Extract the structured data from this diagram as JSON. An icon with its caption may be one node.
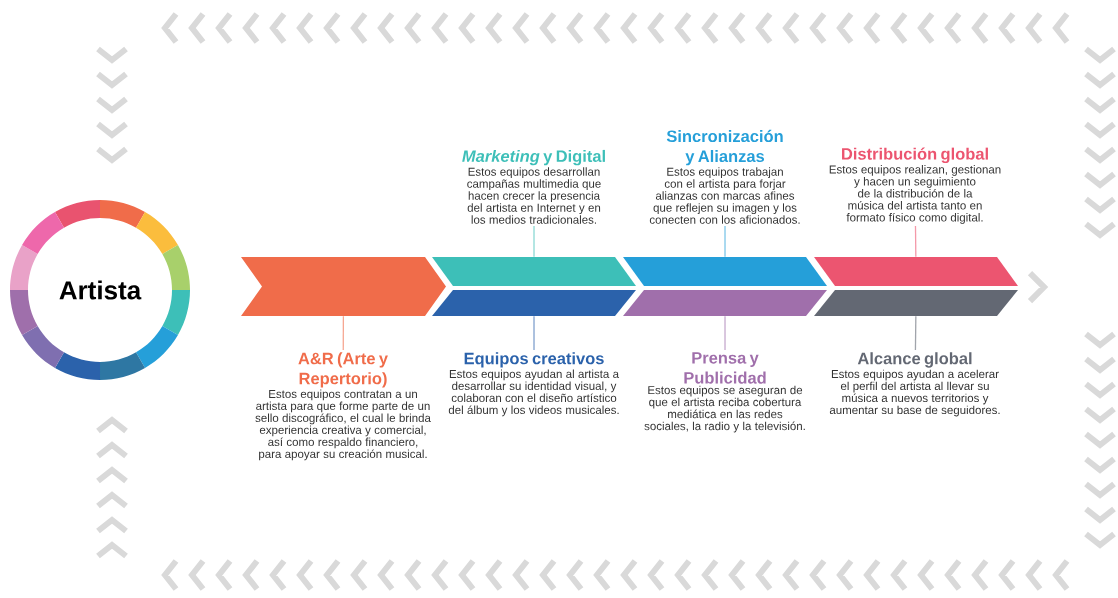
{
  "diagram": {
    "nodes": [
      {
        "text": [
          "Artista"
        ]
      },
      {
        "text": [],
        "shape": "chevron"
      },
      {
        "text": [],
        "shape": "parallelogram"
      },
      {
        "text": [],
        "shape": "parallelogram"
      },
      {
        "text": [],
        "shape": "parallelogram"
      },
      {
        "text": [],
        "shape": "parallelogram"
      },
      {
        "text": [],
        "shape": "parallelogram"
      },
      {
        "text": [],
        "shape": "parallelogram"
      },
      {
        "text": [
          "*Marketing* y Digital",
          "Estos equipos desarrollan campañas multimedia que hacen crecer la presencia del artista en Internet y en los medios tradicionales."
        ]
      },
      {
        "text": [
          "Sincronización y Alianzas",
          "Estos equipos trabajan con el artista para forjar alianzas con marcas afines que reflejen su imagen y los conecten con los aficionados."
        ]
      },
      {
        "text": [
          "Distribución global",
          "Estos equipos realizan, gestionan y hacen un seguimiento de la distribución de la música del artista tanto en formato físico como digital."
        ]
      },
      {
        "text": [
          "A&R (Arte y Repertorio)",
          "Estos equipos contratan a un artista para que forme parte de un sello discográfico, el cual le brinda experiencia creativa y comercial, así como respaldo financiero, para apoyar su creación musical."
        ]
      },
      {
        "text": [
          "Equipos creativos",
          "Estos equipos ayudan al artista a desarrollar su identidad visual, y colaboran con el diseño artístico del álbum y los videos musicales."
        ]
      },
      {
        "text": [
          "Prensa y Publicidad",
          "Estos equipos se aseguran de que el artista reciba cobertura mediática en las redes sociales, la radio y la televisión."
        ]
      },
      {
        "text": [
          "Alcance global",
          "Estos equipos ayudan a acelerar el perfil del artista al llevar su música a nuevos territorios y aumentar su base de seguidores."
        ]
      }
    ],
    "edges": [
      {
        "from": 8,
        "to": 2,
        "arrow": "none",
        "color": "#8bd9d4"
      },
      {
        "from": 9,
        "to": 3,
        "arrow": "none",
        "color": "#7cc5e8"
      },
      {
        "from": 10,
        "to": 4,
        "arrow": "none",
        "color": "#f499a9"
      },
      {
        "from": 11,
        "to": 1,
        "arrow": "none",
        "color": "#f6a792"
      },
      {
        "from": 12,
        "to": 5,
        "arrow": "none",
        "color": "#80a1cd"
      },
      {
        "from": 13,
        "to": 6,
        "arrow": "none",
        "color": "#c6a9cd"
      },
      {
        "from": 14,
        "to": 7,
        "arrow": "none",
        "color": "#a1a4ab"
      }
    ]
  }
}
